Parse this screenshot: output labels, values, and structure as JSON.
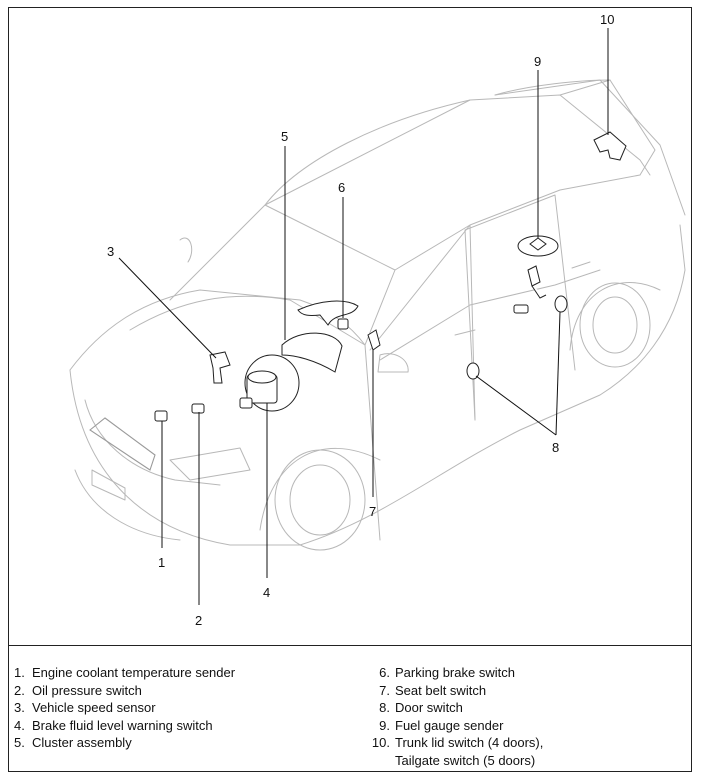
{
  "callouts": {
    "c1": "1",
    "c2": "2",
    "c3": "3",
    "c4": "4",
    "c5": "5",
    "c6": "6",
    "c7": "7",
    "c8": "8",
    "c9": "9",
    "c10": "10"
  },
  "legend": {
    "left": [
      {
        "num": "1.",
        "text": "Engine coolant temperature sender"
      },
      {
        "num": "2.",
        "text": "Oil pressure switch"
      },
      {
        "num": "3.",
        "text": "Vehicle speed sensor"
      },
      {
        "num": "4.",
        "text": "Brake fluid level warning switch"
      },
      {
        "num": "5.",
        "text": "Cluster assembly"
      }
    ],
    "right": [
      {
        "num": "6.",
        "text": "Parking brake switch"
      },
      {
        "num": "7.",
        "text": "Seat belt switch"
      },
      {
        "num": "8.",
        "text": "Door switch"
      },
      {
        "num": "9.",
        "text": "Fuel gauge sender"
      },
      {
        "num": "10.",
        "text": "Trunk lid switch (4 doors),"
      },
      {
        "num": "",
        "text": "Tailgate switch (5 doors)"
      }
    ]
  }
}
